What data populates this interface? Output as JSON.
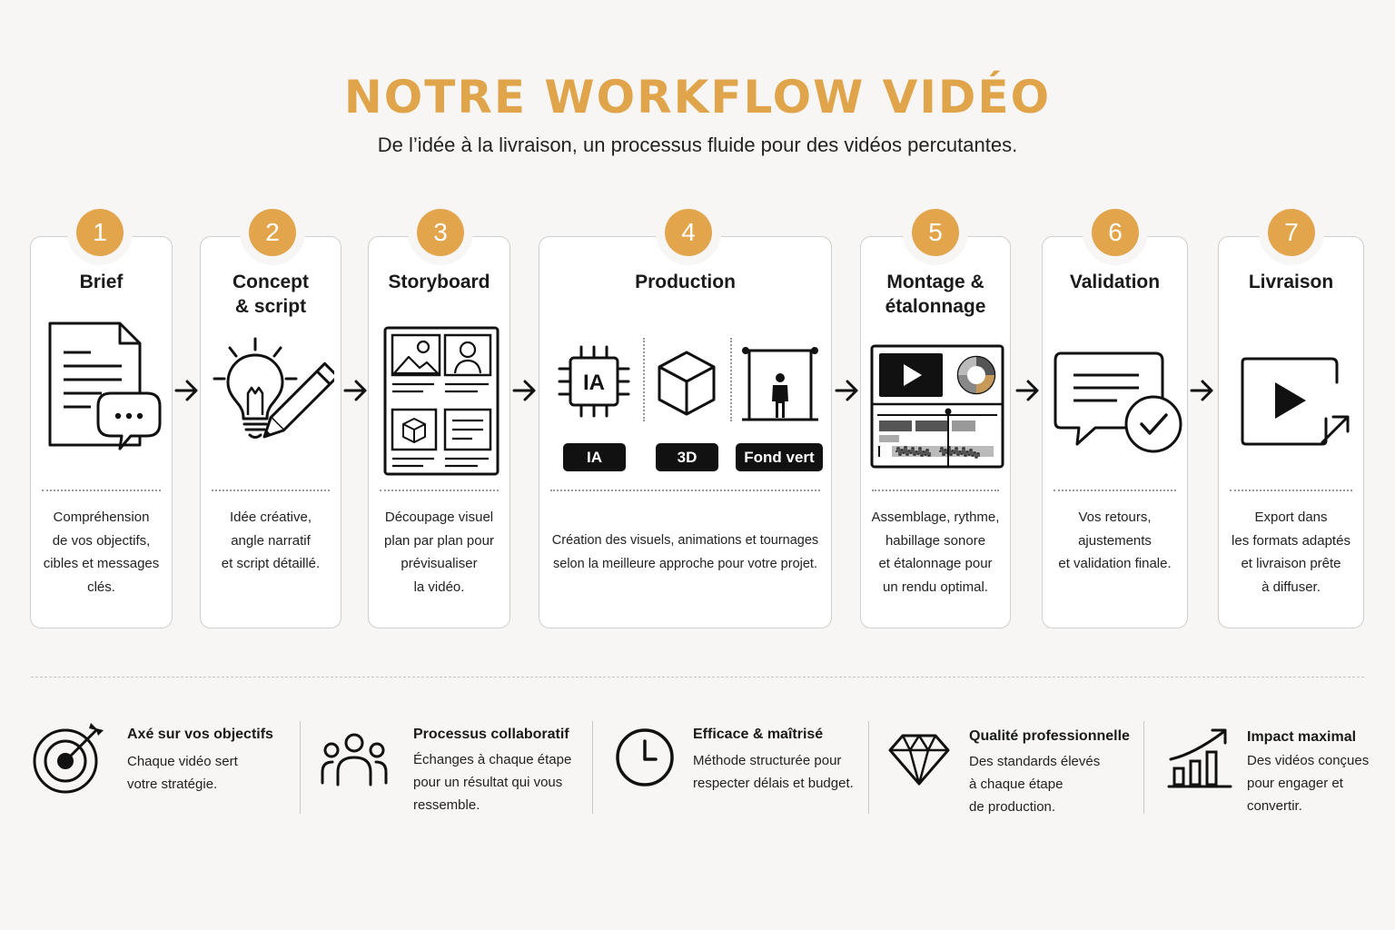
{
  "header": {
    "title": "NOTRE WORKFLOW VIDÉO",
    "subtitle": "De l’idée à la livraison, un processus fluide pour des vidéos percutantes."
  },
  "colors": {
    "accent": "#e3a54c",
    "dark": "#111111",
    "border": "#cfcfcf"
  },
  "steps": [
    {
      "number": "1",
      "title": "Brief",
      "icon": "document-chat-icon",
      "description": "Compréhension\nde vos objectifs,\ncibles et messages\nclés."
    },
    {
      "number": "2",
      "title": "Concept\n& script",
      "icon": "lightbulb-pencil-icon",
      "description": "Idée créative,\nangle narratif\net script détaillé."
    },
    {
      "number": "3",
      "title": "Storyboard",
      "icon": "storyboard-icon",
      "description": "Découpage visuel\nplan par plan pour\nprévisualiser\nla vidéo."
    },
    {
      "number": "4",
      "title": "Production",
      "icon": "production-icons",
      "tags": [
        "IA",
        "3D",
        "Fond vert"
      ],
      "chip_label": "IA",
      "description": "Création des visuels, animations et tournages\nselon la meilleure approche pour votre projet."
    },
    {
      "number": "5",
      "title": "Montage &\nétalonnage",
      "icon": "video-editor-icon",
      "description": "Assemblage, rythme,\nhabillage sonore\net étalonnage pour\nun rendu optimal."
    },
    {
      "number": "6",
      "title": "Validation",
      "icon": "chat-check-icon",
      "description": "Vos retours,\najustements\net validation finale."
    },
    {
      "number": "7",
      "title": "Livraison",
      "icon": "play-export-icon",
      "description": "Export dans\nles formats adaptés\net livraison prête\nà diffuser."
    }
  ],
  "features": [
    {
      "title": "Axé sur vos objectifs",
      "icon": "target-icon",
      "description": "Chaque vidéo sert\nvotre stratégie."
    },
    {
      "title": "Processus collaboratif",
      "icon": "team-icon",
      "description": "Échanges à chaque étape\npour un résultat qui vous\nressemble."
    },
    {
      "title": "Efficace & maîtrisé",
      "icon": "clock-icon",
      "description": "Méthode structurée pour\nrespecter délais et budget."
    },
    {
      "title": "Qualité professionnelle",
      "icon": "diamond-icon",
      "description": "Des standards élevés\nà chaque étape\nde production."
    },
    {
      "title": "Impact maximal",
      "icon": "growth-chart-icon",
      "description": "Des vidéos conçues\npour engager et\nconvertir."
    }
  ]
}
